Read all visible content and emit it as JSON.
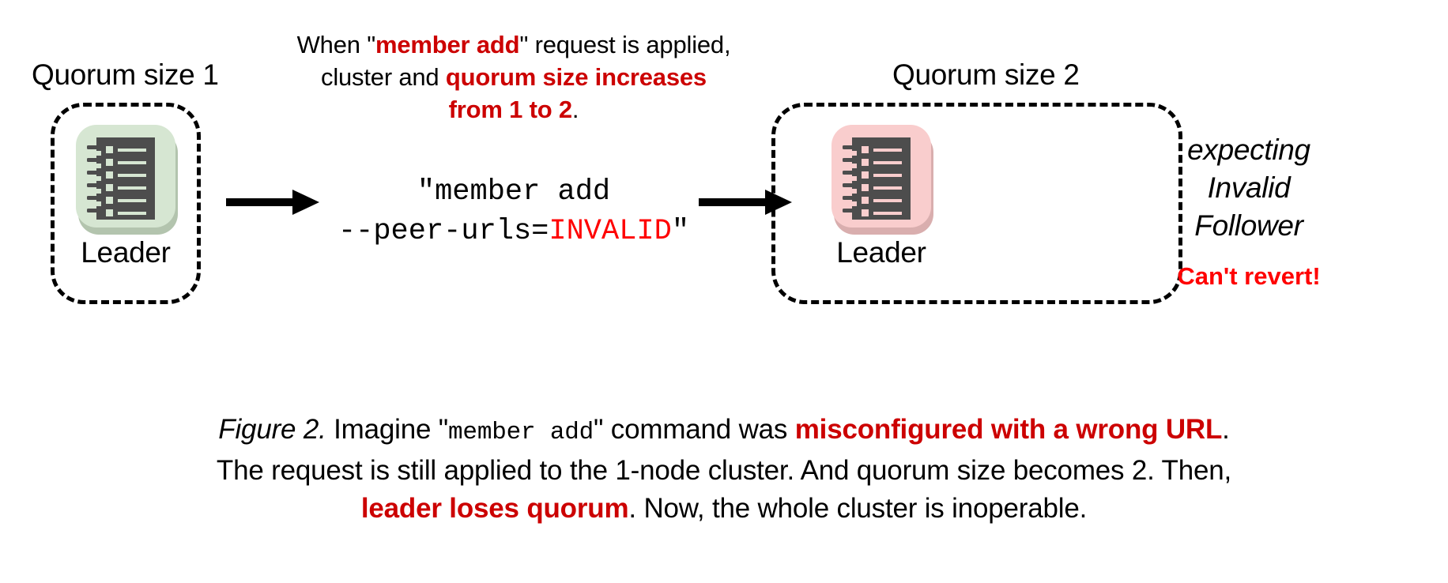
{
  "figure": {
    "top_note": {
      "line1_pre": "When \"",
      "line1_em": "member add",
      "line1_post": "\" request is applied,",
      "line2_pre": "cluster and ",
      "line2_em": "quorum size increases",
      "line3_em": "from 1 to 2",
      "line3_post": "."
    },
    "left_cluster": {
      "title": "Quorum size 1",
      "node_label": "Leader",
      "icon": "notebook-icon",
      "icon_bg": "#d6e6d2",
      "icon_shadow": "#b3c4ae",
      "icon_body": "#4d4d4d"
    },
    "right_cluster": {
      "title": "Quorum size 2",
      "node_label": "Leader",
      "icon": "notebook-icon",
      "icon_bg": "#f9cdcd",
      "icon_shadow": "#d9aeae",
      "icon_body": "#4d4d4d",
      "expect_line1": "expecting",
      "expect_line2": "Invalid",
      "expect_line3": "Follower",
      "warning": "Can't revert!"
    },
    "command": {
      "line1": "\"member add",
      "line2_pre": "--peer-urls=",
      "line2_em": "INVALID",
      "line2_post": "\""
    },
    "arrows": {
      "first": "arrow-right-icon",
      "second": "arrow-right-icon"
    },
    "caption": {
      "fig_label": "Figure 2.",
      "t1": " Imagine \"",
      "mono1": "member add",
      "t2": "\" command was ",
      "em1": "misconfigured with a wrong URL",
      "t3": ".",
      "t4": "The request is still applied to the 1-node cluster. And quorum size becomes 2. Then,",
      "em2": "leader loses quorum",
      "t5": ". Now, the whole cluster is inoperable."
    },
    "colors": {
      "accent_red": "#cc0000",
      "pure_red": "#ff0000",
      "ink": "#000000",
      "background": "#ffffff"
    }
  }
}
